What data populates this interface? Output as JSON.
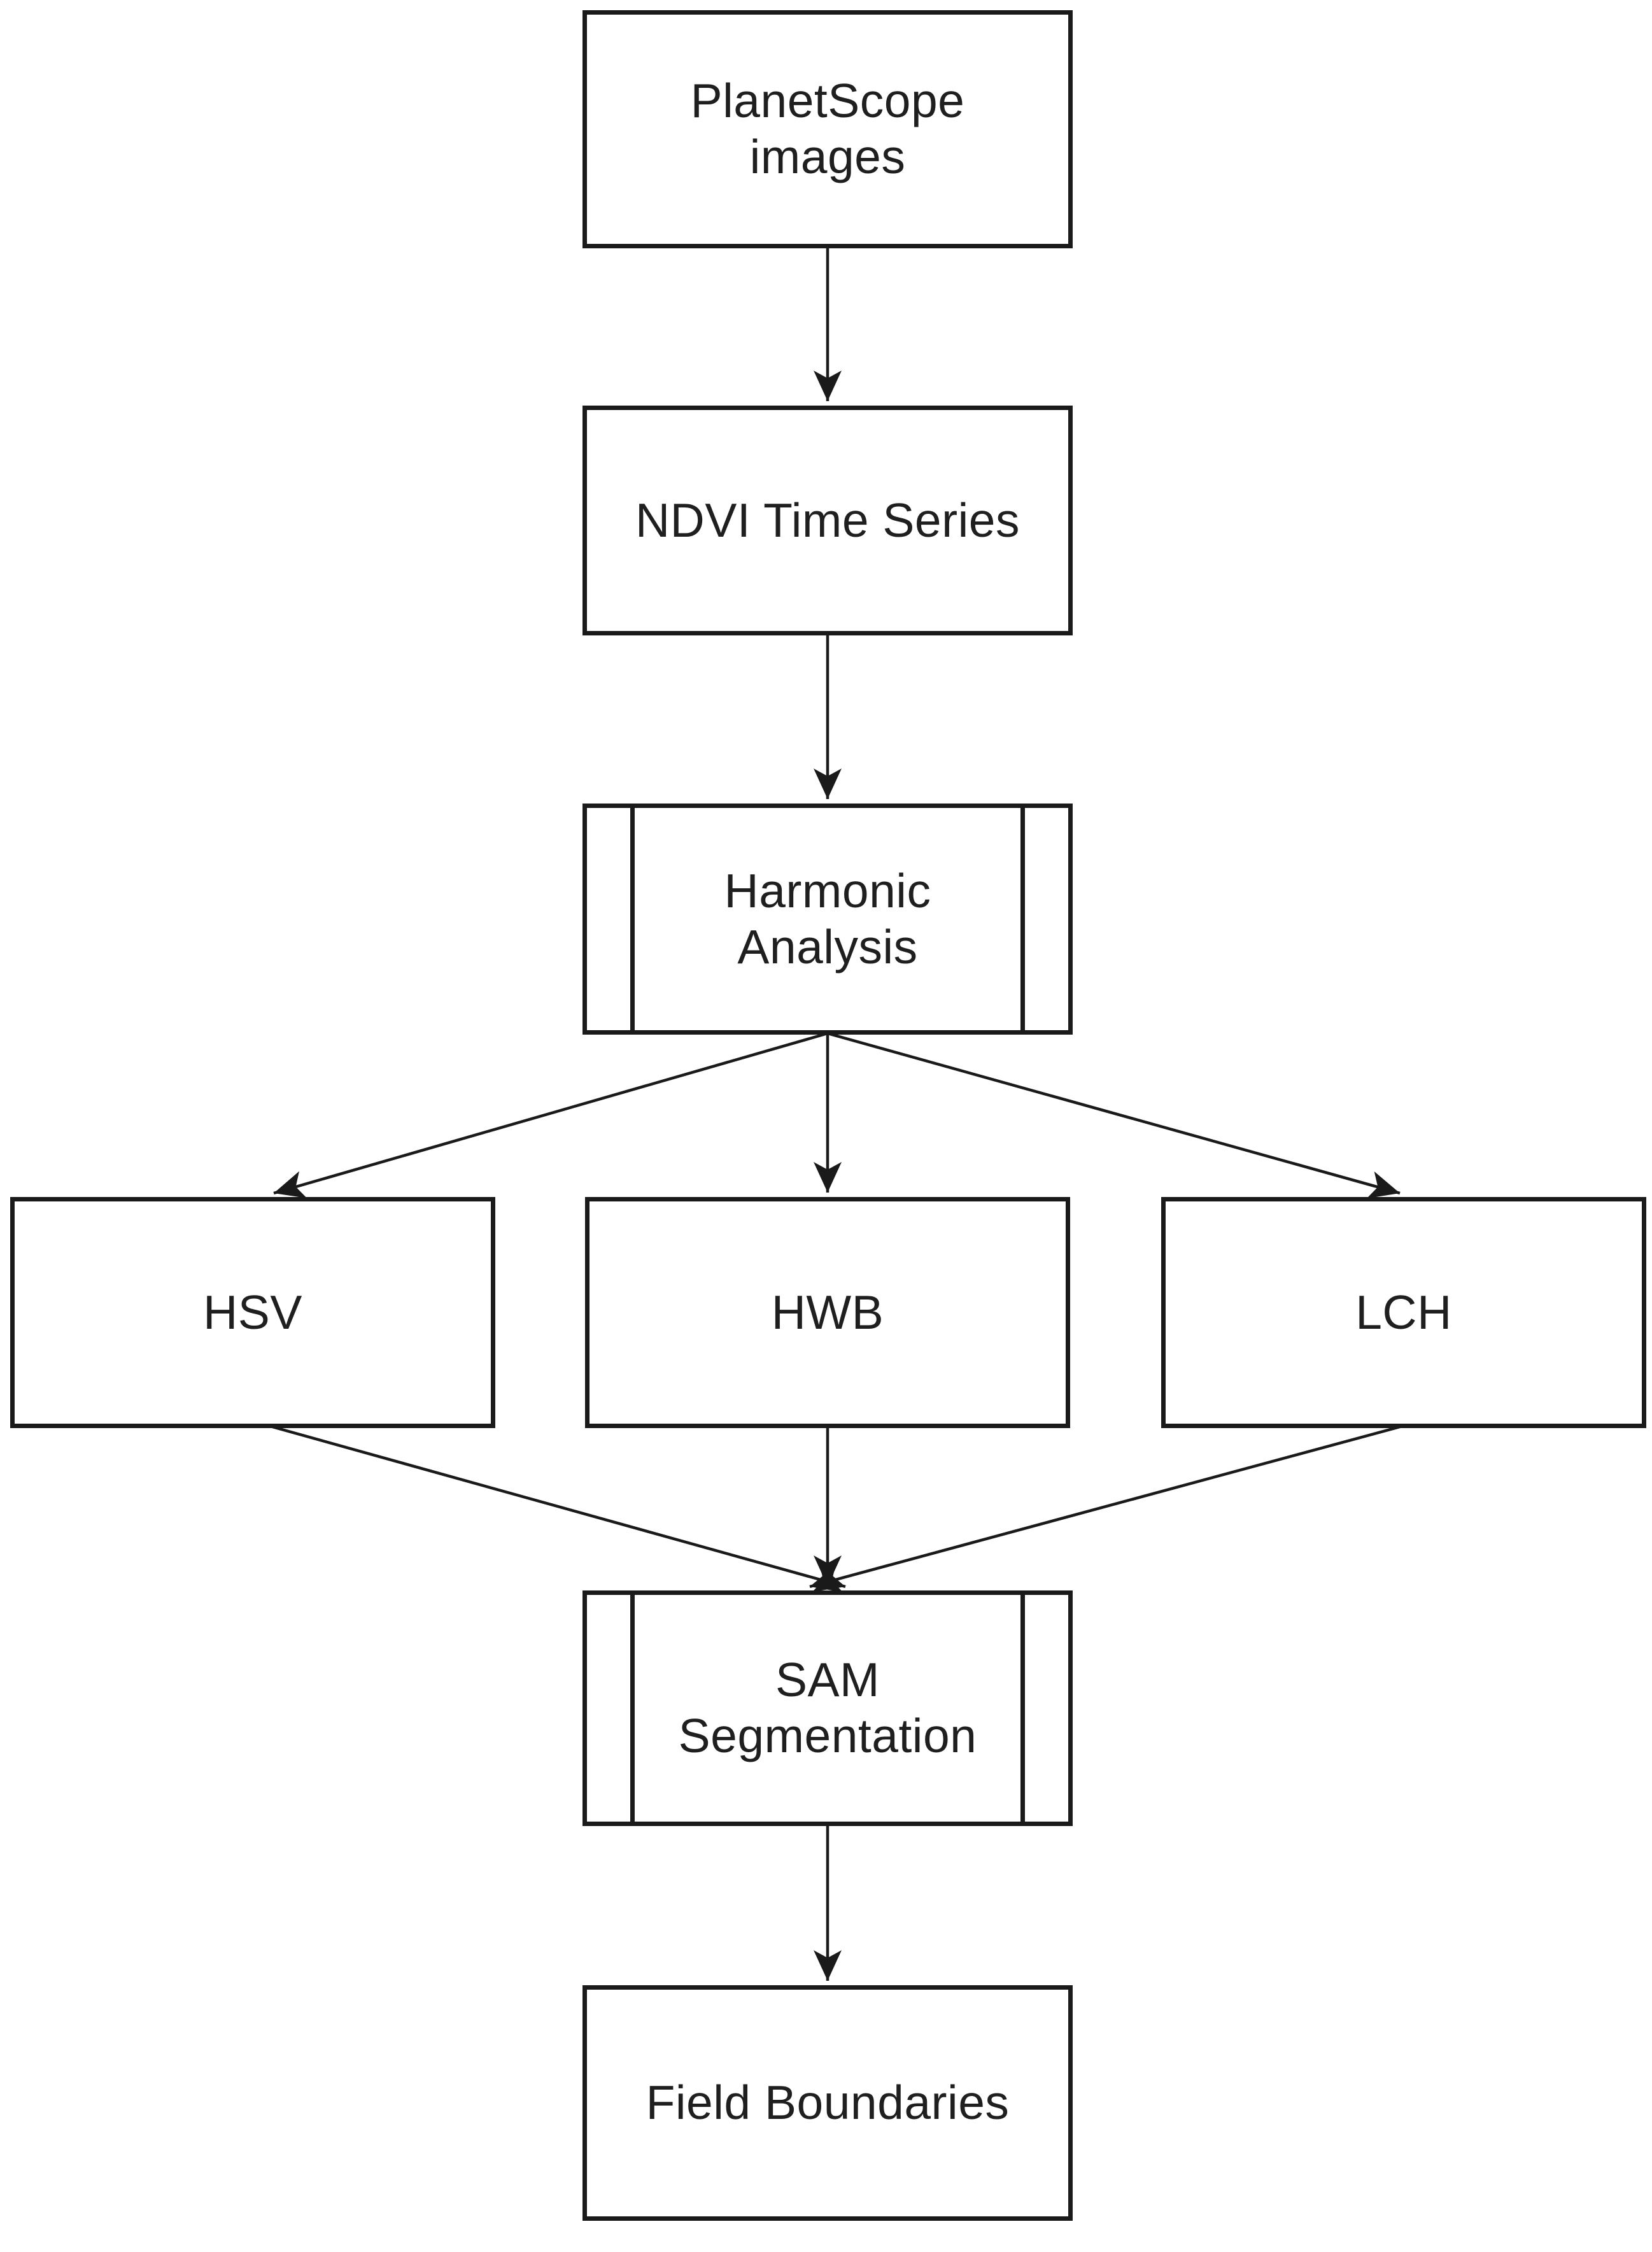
{
  "diagram": {
    "type": "flowchart",
    "background_color": "#ffffff",
    "node_fill_color": "#ffffff",
    "node_border_color": "#1a1a1a",
    "arrow_color": "#1a1a1a",
    "text_color": "#1f1f1f",
    "nodes": [
      {
        "id": "planetscope-images",
        "shape": "process",
        "label": "PlanetScope images",
        "lines": [
          "PlanetScope",
          "images"
        ]
      },
      {
        "id": "ndvi-time-series",
        "shape": "process",
        "label": "NDVI Time Series",
        "lines": [
          "NDVI Time Series"
        ]
      },
      {
        "id": "harmonic-analysis",
        "shape": "predefined-process",
        "label": "Harmonic Analysis",
        "lines": [
          "Harmonic",
          "Analysis"
        ]
      },
      {
        "id": "hsv",
        "shape": "process",
        "label": "HSV",
        "lines": [
          "HSV"
        ]
      },
      {
        "id": "hwb",
        "shape": "process",
        "label": "HWB",
        "lines": [
          "HWB"
        ]
      },
      {
        "id": "lch",
        "shape": "process",
        "label": "LCH",
        "lines": [
          "LCH"
        ]
      },
      {
        "id": "sam-segmentation",
        "shape": "predefined-process",
        "label": "SAM Segmentation",
        "lines": [
          "SAM",
          "Segmentation"
        ]
      },
      {
        "id": "field-boundaries",
        "shape": "process",
        "label": "Field Boundaries",
        "lines": [
          "Field Boundaries"
        ]
      }
    ],
    "edges": [
      {
        "from": "planetscope-images",
        "to": "ndvi-time-series"
      },
      {
        "from": "ndvi-time-series",
        "to": "harmonic-analysis"
      },
      {
        "from": "harmonic-analysis",
        "to": "hsv"
      },
      {
        "from": "harmonic-analysis",
        "to": "hwb"
      },
      {
        "from": "harmonic-analysis",
        "to": "lch"
      },
      {
        "from": "hsv",
        "to": "sam-segmentation"
      },
      {
        "from": "hwb",
        "to": "sam-segmentation"
      },
      {
        "from": "lch",
        "to": "sam-segmentation"
      },
      {
        "from": "sam-segmentation",
        "to": "field-boundaries"
      }
    ]
  }
}
